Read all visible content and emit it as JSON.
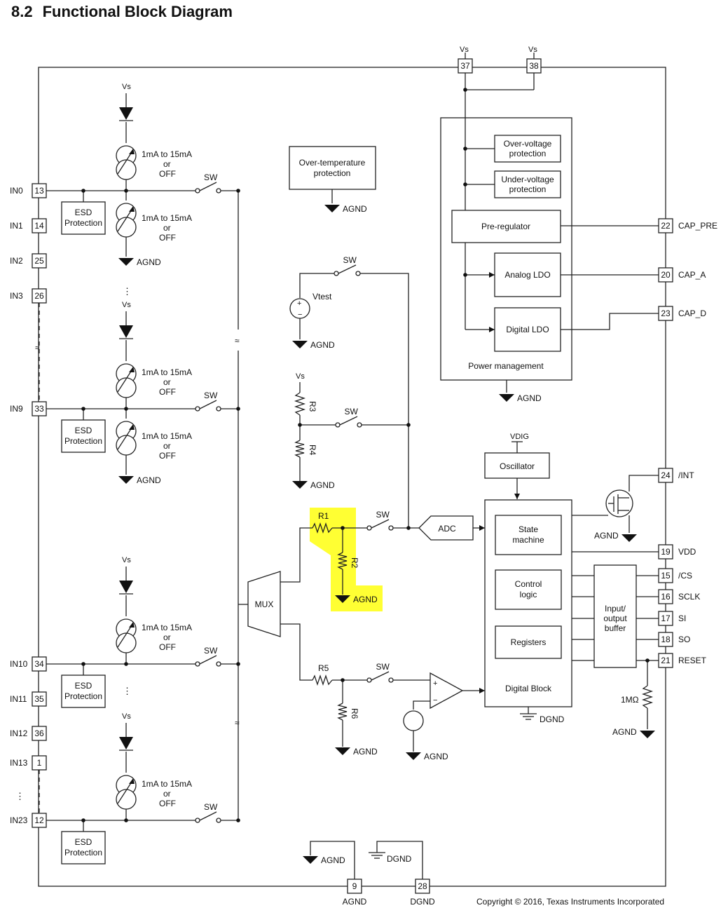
{
  "section": {
    "number": "8.2",
    "title": "Functional Block Diagram"
  },
  "pins": {
    "top": [
      {
        "num": "37",
        "label": "Vs"
      },
      {
        "num": "38",
        "label": "Vs"
      }
    ],
    "bottom": [
      {
        "num": "9",
        "label": "AGND"
      },
      {
        "num": "28",
        "label": "DGND"
      }
    ],
    "left": [
      {
        "num": "13",
        "label": "IN0"
      },
      {
        "num": "14",
        "label": "IN1"
      },
      {
        "num": "25",
        "label": "IN2"
      },
      {
        "num": "26",
        "label": "IN3"
      },
      {
        "num": "33",
        "label": "IN9"
      },
      {
        "num": "34",
        "label": "IN10"
      },
      {
        "num": "35",
        "label": "IN11"
      },
      {
        "num": "36",
        "label": "IN12"
      },
      {
        "num": "1",
        "label": "IN13"
      },
      {
        "num": "12",
        "label": "IN23"
      }
    ],
    "right": [
      {
        "num": "22",
        "label": "CAP_PRE"
      },
      {
        "num": "20",
        "label": "CAP_A"
      },
      {
        "num": "23",
        "label": "CAP_D"
      },
      {
        "num": "24",
        "label": "/INT"
      },
      {
        "num": "19",
        "label": "VDD"
      },
      {
        "num": "15",
        "label": "/CS"
      },
      {
        "num": "16",
        "label": "SCLK"
      },
      {
        "num": "17",
        "label": "SI"
      },
      {
        "num": "18",
        "label": "SO"
      },
      {
        "num": "21",
        "label": "RESET"
      }
    ]
  },
  "labels": {
    "vs": "Vs",
    "vtest": "Vtest",
    "vdig": "VDIG",
    "agnd": "AGND",
    "dgnd": "DGND",
    "sw": "SW",
    "current_l1": "1mA to 15mA",
    "current_l2": "or",
    "current_l3": "OFF",
    "esd_l1": "ESD",
    "esd_l2": "Protection",
    "mux": "MUX",
    "adc": "ADC",
    "r1": "R1",
    "r2": "R2",
    "r3": "R3",
    "r4": "R4",
    "r5": "R5",
    "r6": "R6",
    "one_mohm": "1MΩ"
  },
  "blocks": {
    "over_temp": [
      "Over-temperature",
      "protection"
    ],
    "over_volt": [
      "Over-voltage",
      "protection"
    ],
    "under_volt": [
      "Under-voltage",
      "protection"
    ],
    "pre_reg": "Pre-regulator",
    "analog_ldo": "Analog LDO",
    "digital_ldo": "Digital LDO",
    "power_mgmt": "Power management",
    "oscillator": "Oscillator",
    "state_machine": [
      "State",
      "machine"
    ],
    "control_logic": [
      "Control",
      "logic"
    ],
    "registers": "Registers",
    "digital_block": "Digital Block",
    "io_buffer": [
      "Input/",
      "output",
      "buffer"
    ]
  },
  "highlight_color": "#ffff33",
  "copyright": "Copyright © 2016, Texas Instruments Incorporated"
}
